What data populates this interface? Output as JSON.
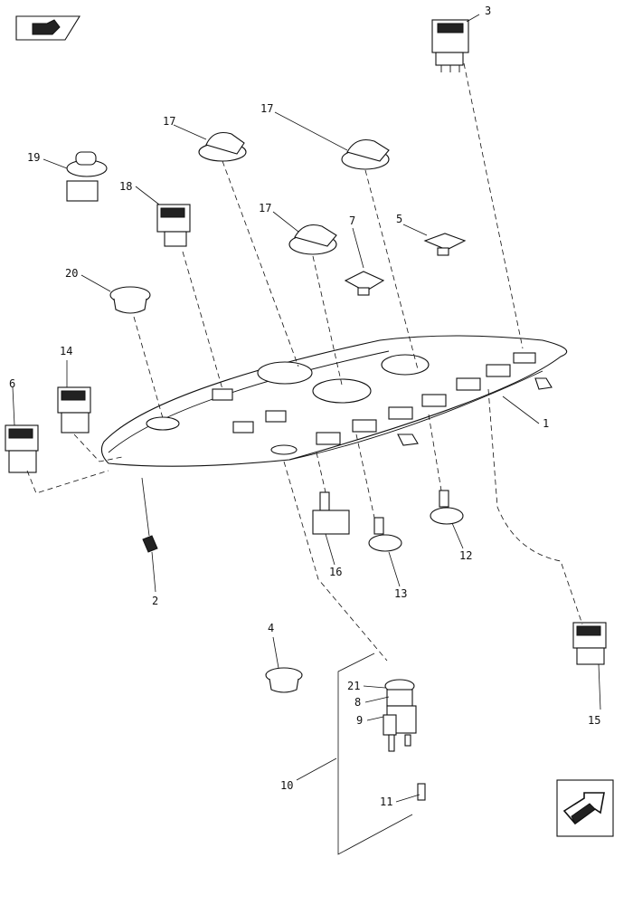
{
  "callouts": {
    "c1": "1",
    "c2": "2",
    "c3": "3",
    "c4": "4",
    "c5": "5",
    "c6": "6",
    "c7": "7",
    "c8": "8",
    "c9": "9",
    "c10": "10",
    "c11": "11",
    "c12": "12",
    "c13": "13",
    "c14": "14",
    "c15": "15",
    "c16": "16",
    "c17a": "17",
    "c17b": "17",
    "c17c": "17",
    "c18": "18",
    "c19": "19",
    "c20": "20",
    "c21": "21"
  },
  "icons": {
    "top_left": "book-icon",
    "bottom_right": "next-page-arrow-icon"
  }
}
